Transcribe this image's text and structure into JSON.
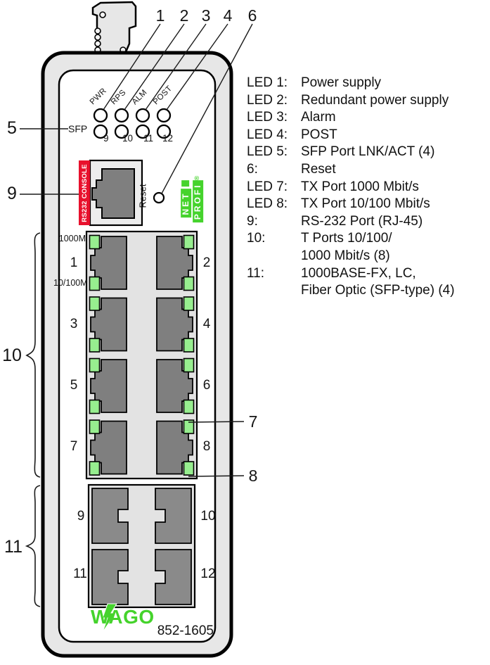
{
  "callouts": {
    "top": [
      "1",
      "2",
      "3",
      "4",
      "6"
    ],
    "left": {
      "sfp": "5",
      "console": "9",
      "rj45_group": "10",
      "sfp_group": "11"
    },
    "right": {
      "led_1000m": "7",
      "led_10_100m": "8"
    }
  },
  "leds": {
    "top_row_labels": [
      "PWR",
      "RPS",
      "ALM",
      "POST"
    ],
    "sfp_row_label": "SFP",
    "sfp_row_numbers": [
      "9",
      "10",
      "11",
      "12"
    ]
  },
  "console": {
    "label": "RS232 CONSOLE"
  },
  "reset": {
    "label": "Reset"
  },
  "profinet": {
    "profi": "PROFI",
    "net": "NET",
    "registered": "®"
  },
  "rj45_section": {
    "speed_top": "1000M",
    "speed_bottom": "10/100M",
    "port_numbers": [
      "1",
      "2",
      "3",
      "4",
      "5",
      "6",
      "7",
      "8"
    ]
  },
  "sfp_section": {
    "port_numbers": [
      "9",
      "10",
      "11",
      "12"
    ]
  },
  "branding": {
    "logo": "WAGO",
    "model": "852-1605"
  },
  "legend": [
    {
      "label": "LED 1:",
      "text": "Power supply"
    },
    {
      "label": "LED 2:",
      "text": "Redundant power supply"
    },
    {
      "label": "LED 3:",
      "text": "Alarm"
    },
    {
      "label": "LED 4:",
      "text": "POST"
    },
    {
      "label": "LED 5:",
      "text": "SFP Port LNK/ACT (4)"
    },
    {
      "label": "6:",
      "text": "Reset"
    },
    {
      "label": "LED 7:",
      "text": "TX Port 1000 Mbit/s"
    },
    {
      "label": "LED 8:",
      "text": "TX Port 10/100 Mbit/s"
    },
    {
      "label": "9:",
      "text": "RS-232 Port (RJ-45)"
    },
    {
      "label": "10:",
      "text": "T Ports 10/100/\n1000 Mbit/s (8)"
    },
    {
      "label": "11:",
      "text": "1000BASE-FX, LC,\nFiber Optic (SFP-type) (4)"
    }
  ],
  "colors": {
    "wago_green": "#45d32c",
    "led_green": "#97ee8f",
    "console_red": "#e8112d",
    "case_gray": "#e7e7e7",
    "port_gray": "#7f7f7f"
  }
}
